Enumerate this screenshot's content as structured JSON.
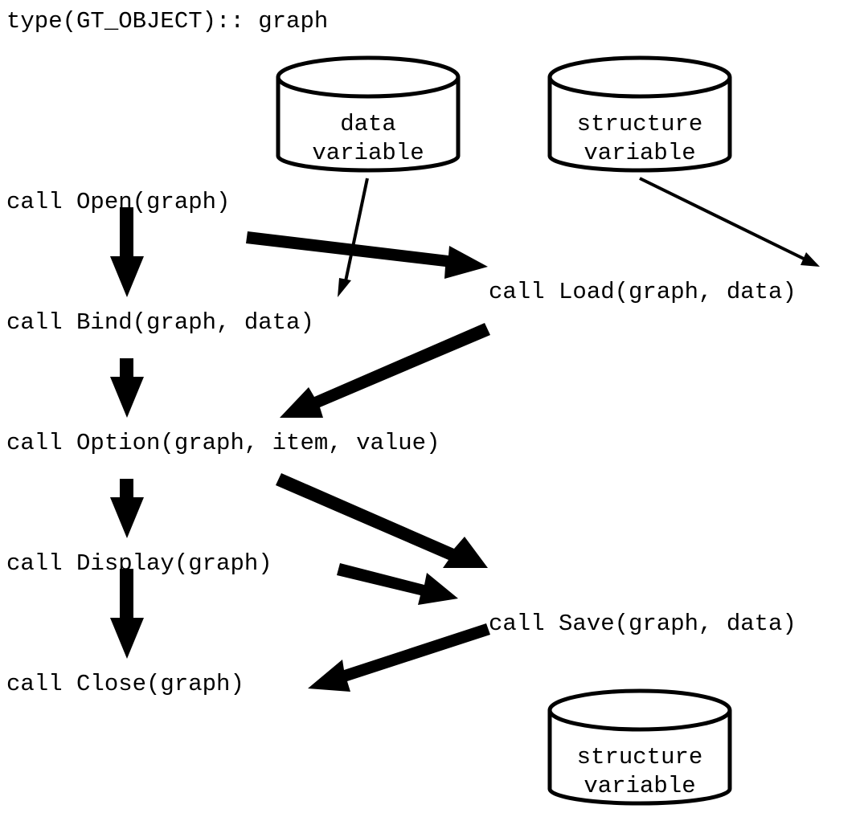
{
  "diagram": {
    "header": "type(GT_OBJECT):: graph",
    "calls": {
      "open": "call Open(graph)",
      "bind": "call Bind(graph, data)",
      "option": "call Option(graph, item, value)",
      "display": "call Display(graph)",
      "close": "call Close(graph)",
      "load": "call Load(graph, data)",
      "save": "call Save(graph, data)"
    },
    "stores": {
      "data_var": [
        "data",
        "variable"
      ],
      "structure_in": [
        "structure",
        "variable"
      ],
      "structure_out": [
        "structure",
        "variable"
      ]
    },
    "colors": {
      "ink": "#000000",
      "background": "#ffffff"
    }
  }
}
